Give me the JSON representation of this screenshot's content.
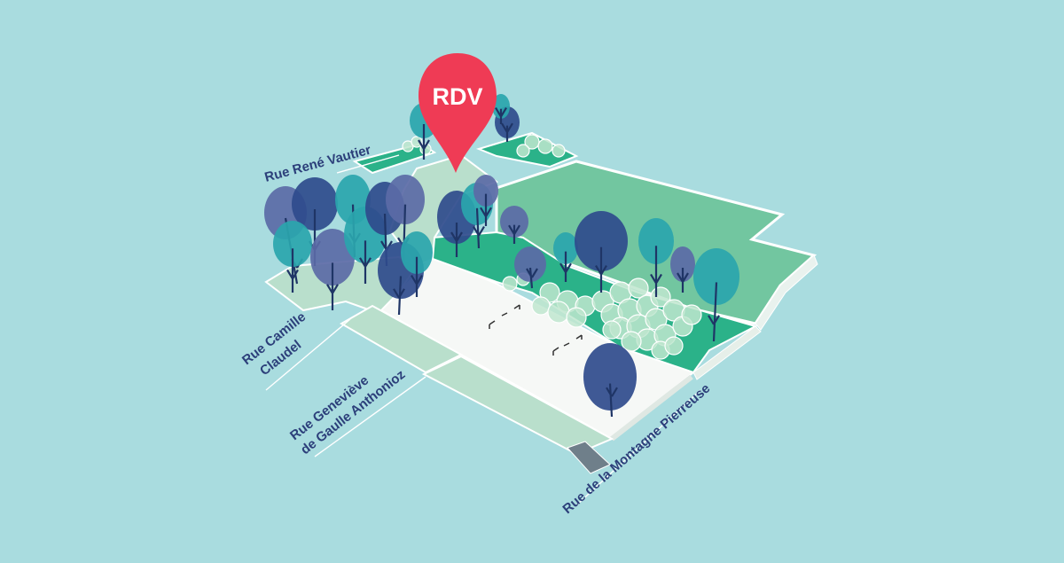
{
  "pin": {
    "label": "RDV",
    "color": "#ef3b55"
  },
  "streets": {
    "rene_vautier": "Rue René Vautier",
    "camille_claudel_line1": "Rue Camille",
    "camille_claudel_line2": "Claudel",
    "genevieve_line1": "Rue Geneviève",
    "genevieve_line2": "de Gaulle Anthonioz",
    "montagne_pierreuse": "Rue de la Montagne Pierreuse"
  },
  "colors": {
    "background": "#a9dcdf",
    "plaza": "#f6f8f6",
    "lawn": "#72c6a0",
    "garden": "#2bb289",
    "path": "#b9dfcc",
    "tree_navy": "#2f4b8c",
    "tree_slate": "#5b6aa6",
    "tree_teal": "#2aa5ad",
    "text": "#2c3f7a"
  },
  "icons": [
    "map-pin-icon",
    "tree-icon",
    "bench-icon"
  ]
}
